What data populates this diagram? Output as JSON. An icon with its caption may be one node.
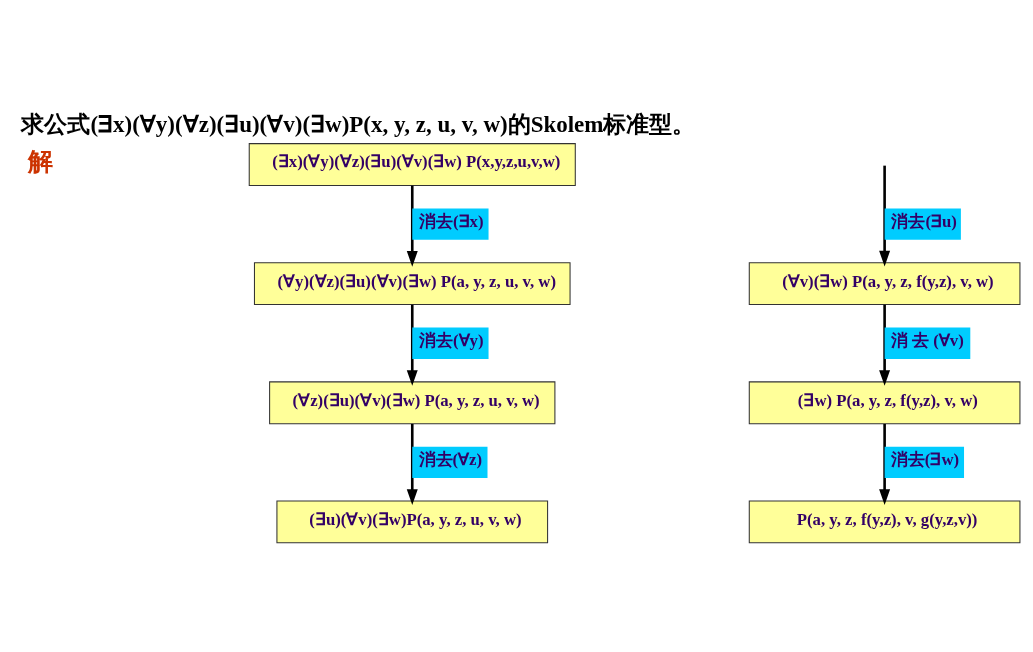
{
  "diagram": {
    "title": "求公式(∃x)(∀y)(∀z)(∃u)(∀v)(∃w)P(x, y, z, u, v, w)的Skolem标准型。",
    "nodes": [
      {
        "text": [
          "(∃x)(∀y)(∀z)(∃u)(∀v)(∃w) P(x,y,z,u,v,w)"
        ]
      },
      {
        "text": [
          "(∀y)(∀z)(∃u)(∀v)(∃w) P(a, y, z, u, v, w)"
        ]
      },
      {
        "text": [
          "(∀z)(∃u)(∀v)(∃w) P(a, y, z, u, v, w)"
        ]
      },
      {
        "text": [
          "(∃u)(∀v)(∃w)P(a, y, z, u, v, w)"
        ]
      },
      {
        "text": [
          "(∀v)(∃w) P(a, y, z, f(y,z), v, w)"
        ]
      },
      {
        "text": [
          "(∃w) P(a, y, z, f(y,z), v, w)"
        ]
      },
      {
        "text": [
          "P(a, y, z, f(y,z), v, g(y,z,v))"
        ]
      }
    ],
    "edges": [
      {
        "from": 0,
        "to": 1,
        "arrow": "to",
        "label": "消去(∃x)"
      },
      {
        "from": 1,
        "to": 2,
        "arrow": "to",
        "label": "消去(∀y)"
      },
      {
        "from": 2,
        "to": 3,
        "arrow": "to",
        "label": "消去(∀z)"
      },
      {
        "from": null,
        "to": 4,
        "arrow": "to",
        "label": "消去(∃u)"
      },
      {
        "from": 4,
        "to": 5,
        "arrow": "to",
        "label": "消 去 (∀v)"
      },
      {
        "from": 5,
        "to": 6,
        "arrow": "to",
        "label": "消去(∃w)"
      }
    ],
    "labels": [
      "解"
    ]
  }
}
